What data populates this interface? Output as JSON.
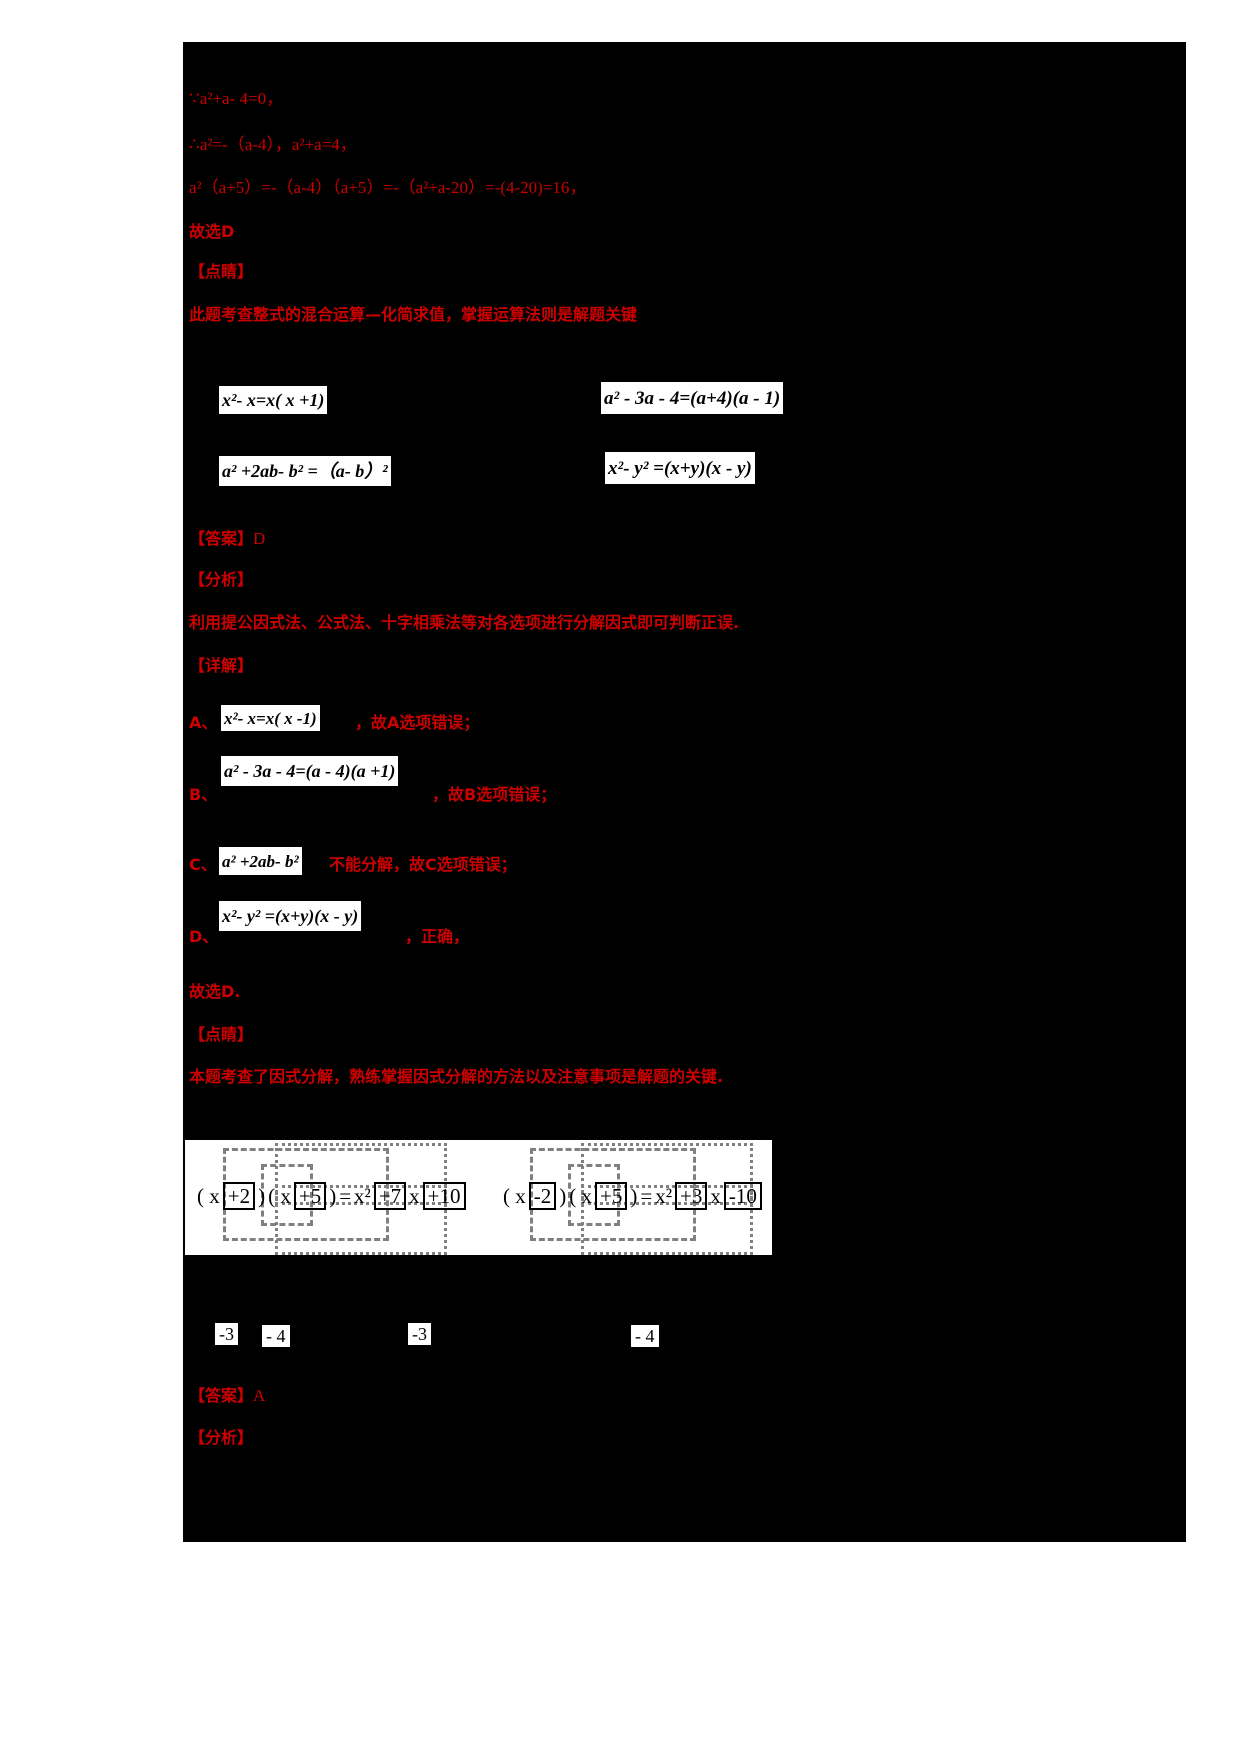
{
  "document": {
    "background_color": "#ffffff",
    "panel_color": "#000000",
    "text_color": "#cc0000",
    "formula_bg": "#ffffff",
    "formula_fg": "#000000"
  },
  "solution_1": {
    "line1": "∵a²+a- 4=0，",
    "line2": "∴a²=-（a-4），a²+a=4，",
    "line3": "a²（a+5）=-（a-4）（a+5）=-（a²+a-20）=-(4-20)=16，",
    "line4": "故选D",
    "tip_label": "【点睛】",
    "tip_text": "此题考查整式的混合运算—化简求值，掌握运算法则是解题关键"
  },
  "formulas_top": [
    {
      "id": "f1",
      "text": "x²- x=x( x +1)"
    },
    {
      "id": "f2",
      "text": "a² - 3a - 4=(a+4)(a - 1)"
    },
    {
      "id": "f3",
      "text": "a² +2ab- b² =（a- b）²"
    },
    {
      "id": "f4",
      "text": "x²- y² =(x+y)(x - y)"
    }
  ],
  "solution_2": {
    "answer_label": "【答案】",
    "answer_value": "D",
    "analysis_label": "【分析】",
    "analysis_text": "利用提公因式法、公式法、十字相乘法等对各选项进行分解因式即可判断正误.",
    "detail_label": "【详解】",
    "options": [
      {
        "prefix": "A、",
        "formula": "x²- x=x( x -1)",
        "suffix": "，故A选项错误；"
      },
      {
        "prefix": "B、",
        "formula": "a² - 3a - 4=(a - 4)(a +1)",
        "suffix": "，故B选项错误；"
      },
      {
        "prefix": "C、",
        "formula": "a² +2ab- b²",
        "suffix": "不能分解，故C选项错误；"
      },
      {
        "prefix": "D、",
        "formula": "x²- y² =(x+y)(x - y)",
        "suffix": "，正确，"
      }
    ],
    "conclusion": "故选D.",
    "tip_label": "【点睛】",
    "tip_text": "本题考查了因式分解，熟练掌握因式分解的方法以及注意事项是解题的关键."
  },
  "cross_figure": {
    "left_expr": {
      "open1": "( x",
      "box1": "+2",
      "close1": ")",
      "open2": "( x",
      "box2": "+5",
      "close2": ")",
      "equals": "=",
      "xsq": "x²",
      "box3": "+7",
      "xvar": "x",
      "box4": "+10"
    },
    "right_expr": {
      "open1": "( x",
      "box1": "-2",
      "close1": ")",
      "open2": "( x",
      "box2": "+5",
      "close2": ")",
      "equals": "=",
      "xsq": "x²",
      "box3": "+3",
      "xvar": "x",
      "box4": "-10"
    }
  },
  "neg_values": [
    {
      "id": "n1",
      "text": "-3"
    },
    {
      "id": "n2",
      "text": "- 4"
    },
    {
      "id": "n3",
      "text": "-3"
    },
    {
      "id": "n4",
      "text": "- 4"
    }
  ],
  "solution_3": {
    "answer_label": "【答案】",
    "answer_value": "A",
    "analysis_label": "【分析】"
  }
}
